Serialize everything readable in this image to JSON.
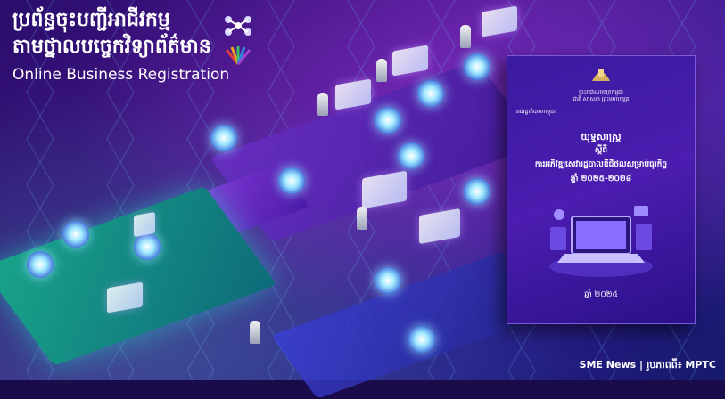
{
  "header": {
    "title_kh_line1": "ប្រព័ន្ធចុះបញ្ជីអាជីវកម្ម",
    "title_kh_line2": "តាមថ្នាលបច្ចេកវិទ្យាព័ត៌មាន",
    "title_en": "Online Business Registration"
  },
  "booklet": {
    "kingdom_line1": "ព្រះរាជាណាចក្រកម្ពុជា",
    "kingdom_line2": "ជាតិ សាសនា ព្រះមហាក្សត្រ",
    "government": "រាជរដ្ឋាភិបាលកម្ពុជា",
    "heading1": "យុទ្ធសាស្ត្រ",
    "heading2": "ស្តីពី",
    "heading3": "ការអភិវឌ្ឍសេវារដ្ឋបាលឌីជីថលសម្រាប់ធុរកិច្ច",
    "heading4": "ឆ្នាំ ២០២៥-២០២៨",
    "year": "ឆ្នាំ ២០២៥"
  },
  "credit": {
    "source": "SME News",
    "separator": " | ",
    "photo": "រូបភាពពី៖ MPTC"
  },
  "colors": {
    "background": "#2a0d6b",
    "accent_green": "#19a58a",
    "accent_purple": "#6b2fc7",
    "booklet": "#3a1aa0"
  },
  "icons": [
    "mptc-logo-icon",
    "flower-logo-icon",
    "cambodia-emblem-icon",
    "laptop-illustration-icon"
  ]
}
